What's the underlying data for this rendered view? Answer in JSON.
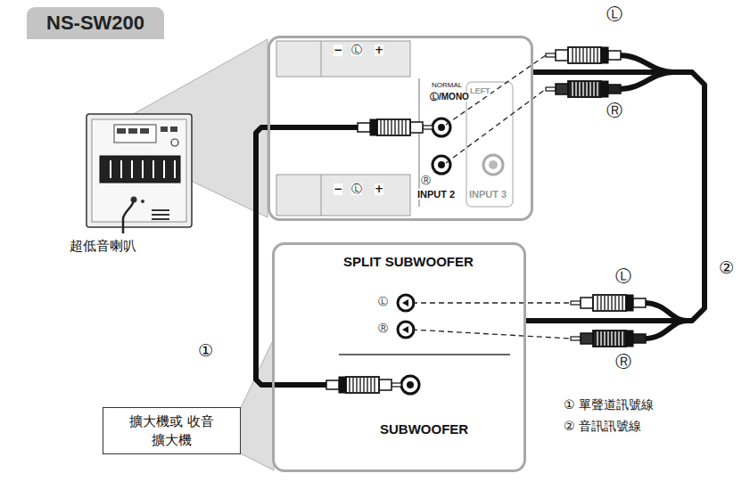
{
  "diagram": {
    "title": "NS-SW200",
    "nodes": [
      {
        "text": [
          "−",
          "Ⓛ",
          "+",
          "NORMAL",
          "Ⓛ/MONO",
          "LEFT",
          "Ⓡ",
          "INPUT 2",
          "INPUT 3",
          "−",
          "Ⓛ",
          "+"
        ]
      },
      {
        "text": [
          "SPLIT SUBWOOFER",
          "Ⓛ",
          "Ⓡ",
          "SUBWOOFER"
        ]
      },
      {
        "text": [
          "擴大機或 收音擴大機"
        ]
      }
    ],
    "edges": [
      {
        "from": 1,
        "to": 0,
        "arrow": "none",
        "label": "①"
      },
      {
        "from": 1,
        "to": 0,
        "arrow": "none",
        "label": "②"
      }
    ],
    "labels": [
      "超低音喇叭",
      "Ⓛ",
      "Ⓡ",
      "Ⓛ",
      "Ⓡ",
      "① 單聲道訊號線",
      "② 音訊訊號線"
    ]
  }
}
